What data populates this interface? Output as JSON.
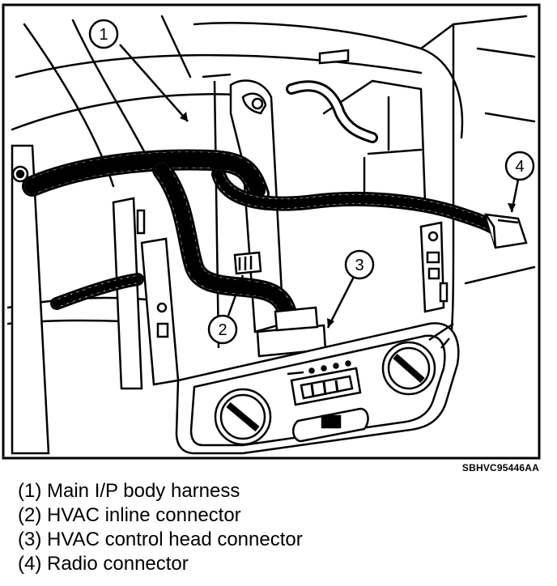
{
  "figure": {
    "code": "SBHVC95446AA",
    "callouts": [
      {
        "number": "1"
      },
      {
        "number": "2"
      },
      {
        "number": "3"
      },
      {
        "number": "4"
      }
    ]
  },
  "legend": [
    "(1) Main I/P body harness",
    "(2) HVAC inline connector",
    "(3) HVAC control head connector",
    "(4) Radio connector"
  ]
}
